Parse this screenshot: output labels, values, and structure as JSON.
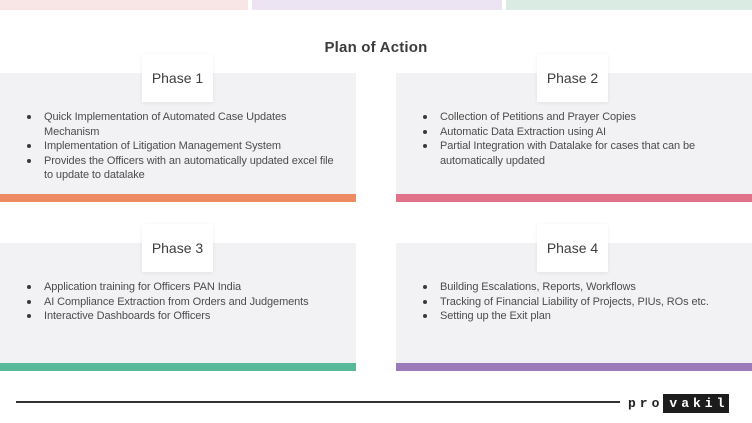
{
  "slide": {
    "title": "Plan of Action"
  },
  "top_bars": {
    "pink": "#F8E6E6",
    "lavender": "#ECE4F2",
    "mint": "#DAEBE4"
  },
  "phases": [
    {
      "label": "Phase 1",
      "accent_color": "#EE8B62",
      "bullets": [
        "Quick Implementation of Automated Case Updates Mechanism",
        "Implementation of Litigation Management System",
        "Provides the Officers with an automatically updated excel file to update to datalake"
      ]
    },
    {
      "label": "Phase 2",
      "accent_color": "#E2718A",
      "bullets": [
        "Collection of Petitions and Prayer Copies",
        "Automatic Data Extraction using AI",
        "Partial Integration with Datalake for cases that can be automatically updated"
      ]
    },
    {
      "label": "Phase 3",
      "accent_color": "#58BA9B",
      "bullets": [
        "Application training for Officers PAN India",
        "AI Compliance Extraction from Orders and Judgements",
        "Interactive Dashboards for Officers"
      ]
    },
    {
      "label": "Phase 4",
      "accent_color": "#9B7BB9",
      "bullets": [
        "Building Escalations, Reports, Workflows",
        "Tracking of Financial Liability of Projects, PIUs, ROs etc.",
        "Setting up the Exit plan"
      ]
    }
  ],
  "footer": {
    "logo_text_plain": "pro",
    "logo_text_boxed": "vakil"
  }
}
